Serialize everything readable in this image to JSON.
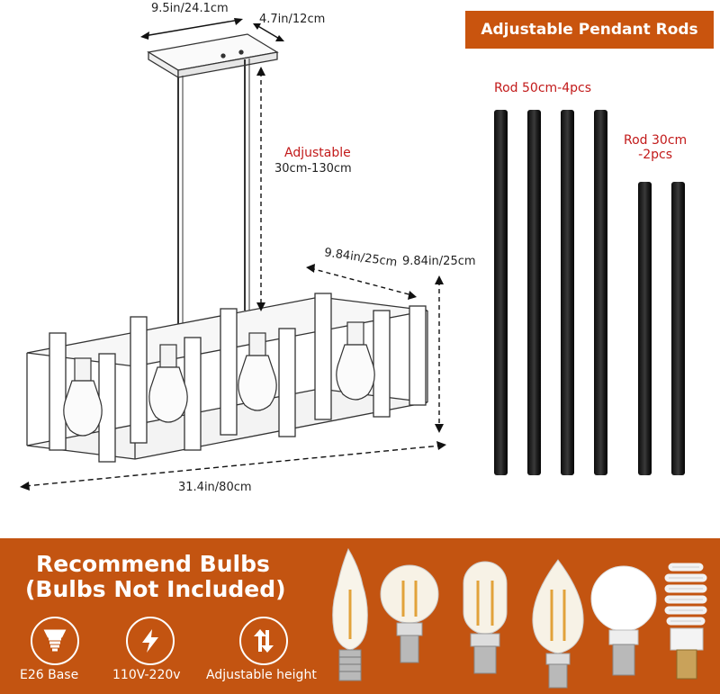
{
  "banner": {
    "title": "Adjustable Pendant Rods"
  },
  "dimensions": {
    "canopy_length": "9.5in/24.1cm",
    "canopy_width": "4.7in/12cm",
    "adjustable_label": "Adjustable",
    "adjustable_range": "30cm-130cm",
    "frame_depth": "9.84in/25cm",
    "frame_height": "9.84in/25cm",
    "total_length": "31.4in/80cm"
  },
  "rods": {
    "long_label": "Rod 50cm-4pcs",
    "short_label_line1": "Rod 30cm",
    "short_label_line2": "-2pcs"
  },
  "bulbs_panel": {
    "title_line1": "Recommend Bulbs",
    "title_line2": "(Bulbs Not Included)",
    "features": [
      {
        "icon": "bulb-base-icon",
        "label": "E26 Base"
      },
      {
        "icon": "lightning-icon",
        "label": "110V-220v"
      },
      {
        "icon": "height-arrows-icon",
        "label": "Adjustable height"
      }
    ],
    "bulbs": [
      "candle-filament-bulb",
      "a19-filament-bulb",
      "tubular-filament-bulb",
      "st64-filament-bulb",
      "frosted-a19-bulb",
      "spiral-cfl-bulb"
    ]
  },
  "colors": {
    "accent_orange": "#c35411",
    "label_red": "#c21a1a",
    "rod_black": "#111111"
  }
}
